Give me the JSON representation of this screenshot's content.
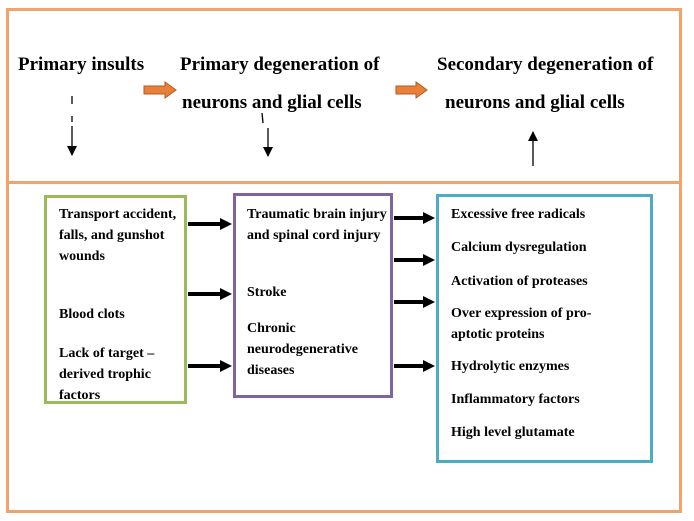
{
  "top": {
    "primary_insults": "Primary insults",
    "primary_degeneration_line1": "Primary degeneration of",
    "primary_degeneration_line2": "neurons  and glial cells",
    "secondary_degeneration_line1": "Secondary degeneration of",
    "secondary_degeneration_line2": "neurons and glial cells"
  },
  "causes": [
    "Transport accident, falls, and gunshot wounds",
    "Blood clots",
    "Lack of target – derived trophic factors"
  ],
  "conditions": [
    "Traumatic brain injury and spinal cord injury",
    "Stroke",
    "Chronic neurodegenerative diseases"
  ],
  "mechanisms": [
    "Excessive free radicals",
    "Calcium dysregulation",
    "Activation of proteases",
    "Over expression of pro-aptotic proteins",
    "Hydrolytic enzymes",
    "Inflammatory factors",
    "High level glutamate"
  ],
  "colors": {
    "frame": "#f0a36a",
    "causes_box": "#9bbb59",
    "conditions_box": "#8064a2",
    "mechanisms_box": "#4bacc6",
    "orange_arrow": "#e8803a"
  }
}
